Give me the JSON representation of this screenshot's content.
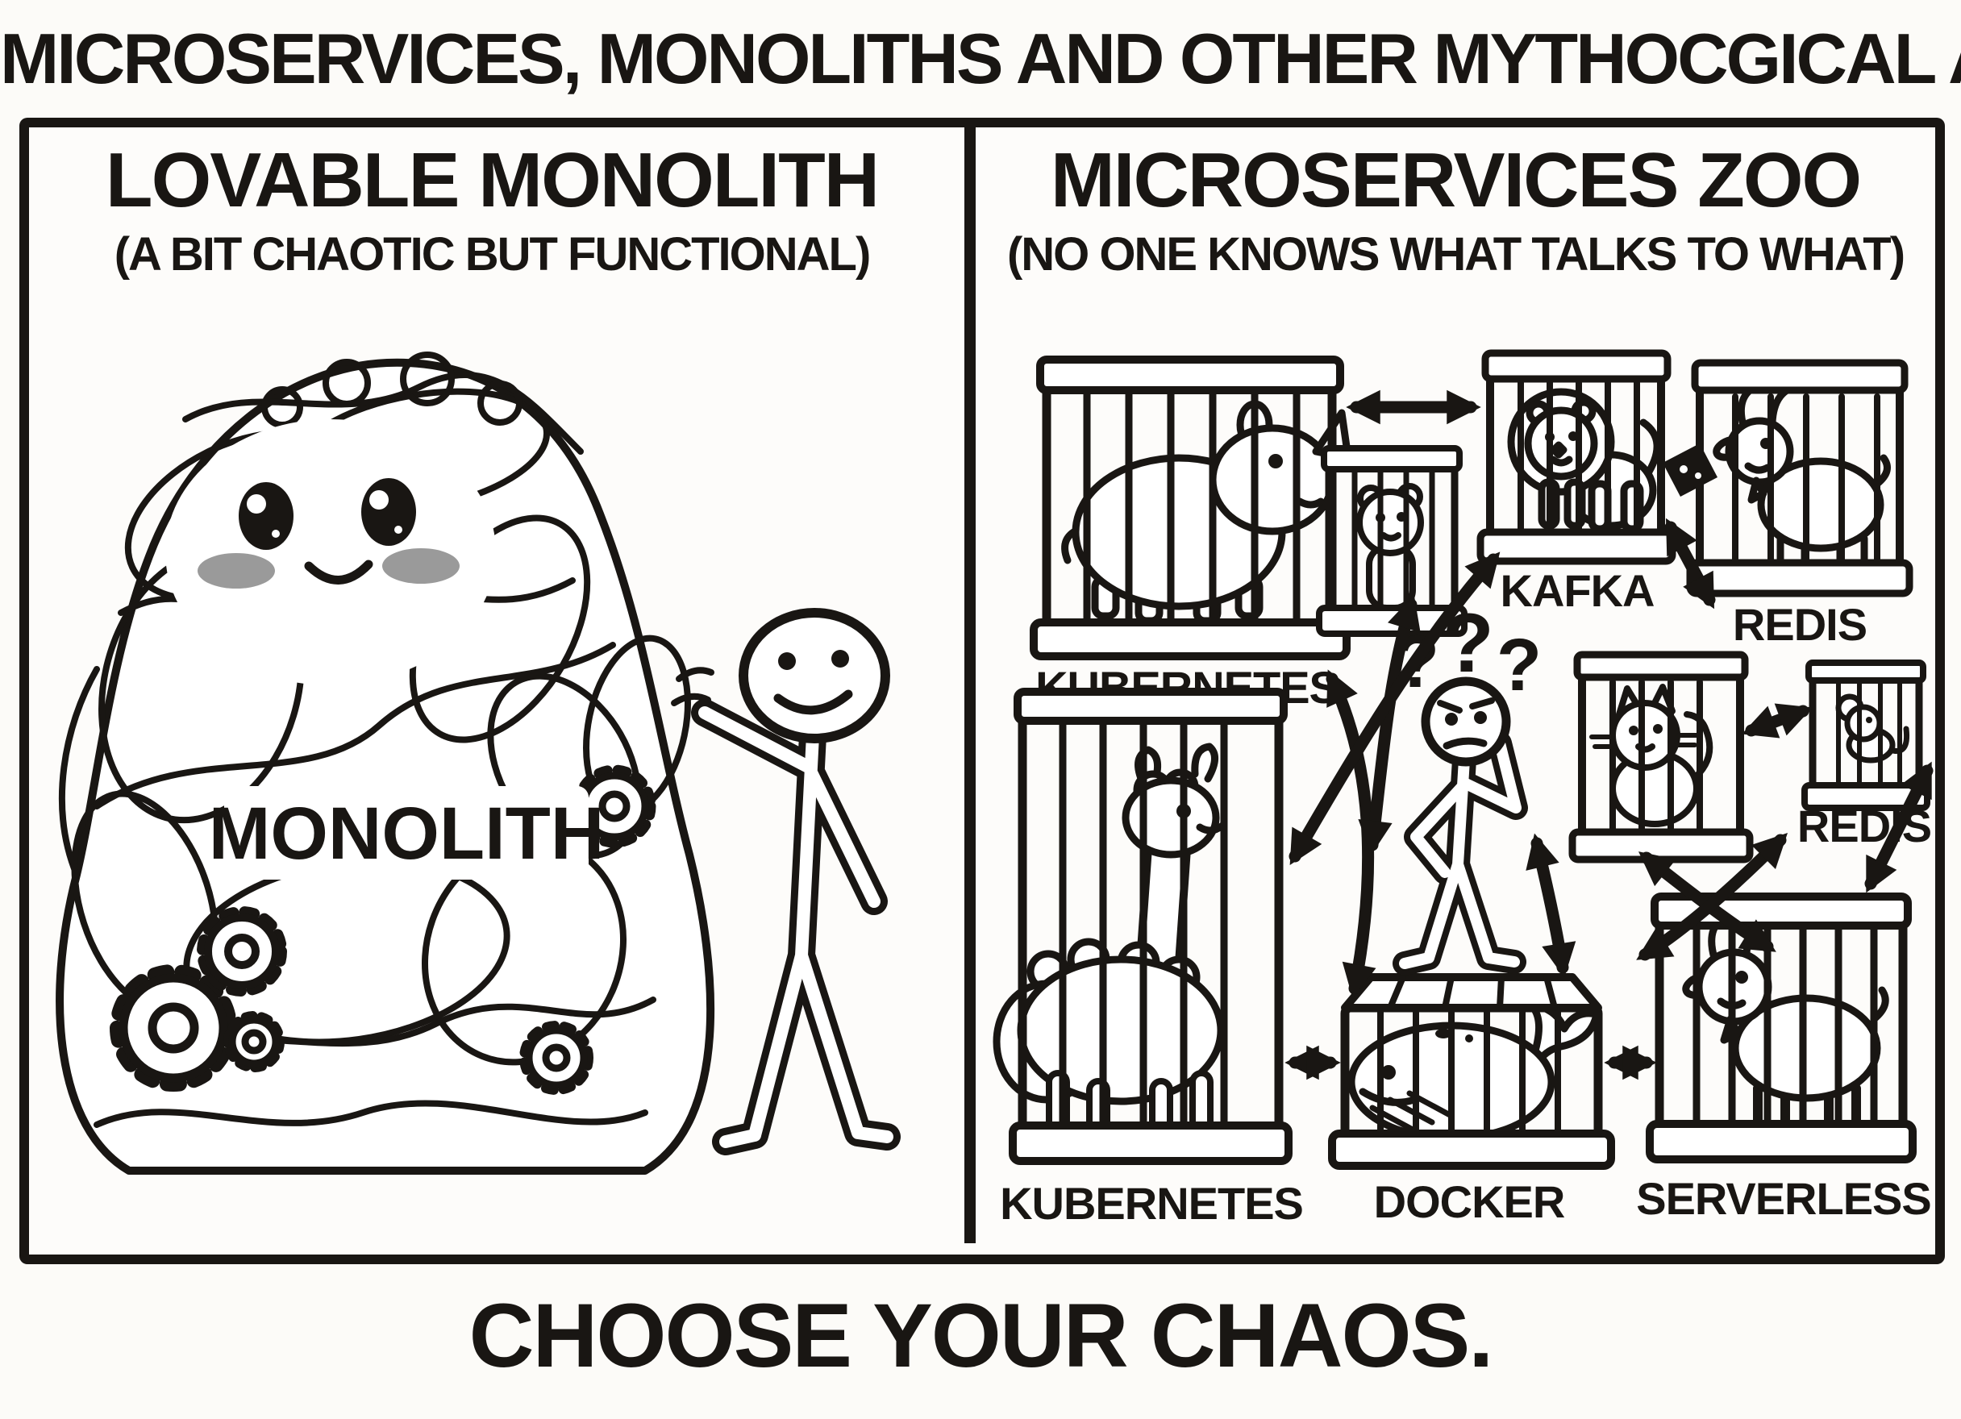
{
  "title": "MICROSERVICES, MONOLITHS AND OTHER MYTHOCGICAL ANIMALS",
  "footer": "CHOOSE YOUR CHAOS.",
  "colors": {
    "ink": "#191613",
    "paper": "#fcfbf8",
    "blush": "#9a9a9a"
  },
  "left_panel": {
    "heading": "LOVABLE MONOLITH",
    "subheading": "(A BIT CHAOTIC BUT FUNCTIONAL)",
    "blob_label": "MONOLITH"
  },
  "right_panel": {
    "heading": "MICROSERVICES ZOO",
    "subheading": "(NO ONE KNOWS WHAT TALKS TO WHAT)",
    "question_marks": [
      "?",
      "?",
      "?"
    ],
    "cages": [
      {
        "label": "KUBERNETES",
        "animal": "rhino"
      },
      {
        "label": "",
        "animal": "bear-cub"
      },
      {
        "label": "KAFKA",
        "animal": "lion"
      },
      {
        "label": "REDIS",
        "animal": "goat"
      },
      {
        "label": "",
        "animal": "cat"
      },
      {
        "label": "REDIS",
        "animal": "mouse"
      },
      {
        "label": "KUBERNETES",
        "animal": "llama"
      },
      {
        "label": "DOCKER",
        "animal": "whale"
      },
      {
        "label": "SERVERLESS",
        "animal": "goat"
      }
    ]
  }
}
